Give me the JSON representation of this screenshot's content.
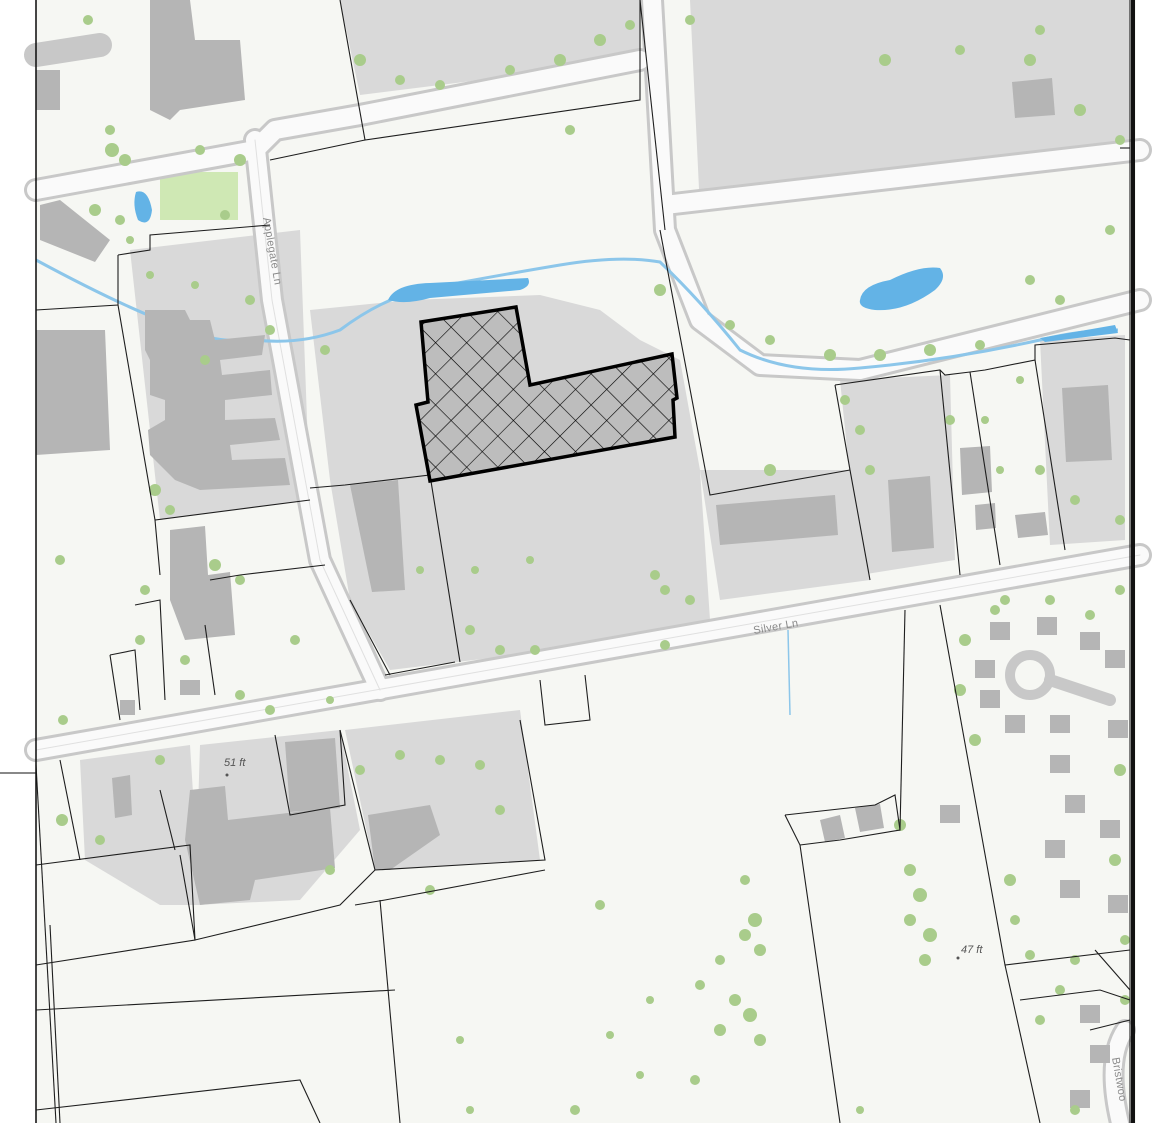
{
  "map": {
    "colors": {
      "land": "#f6f7f3",
      "paved": "#d9d9d9",
      "building": "#b5b5b5",
      "road_casing": "#c8c8c8",
      "road_fill": "#fafafa",
      "parcel_line": "#1e1e1e",
      "water": "#63b3e6",
      "tree": "#a9cc8b",
      "field": "#cfe8b4",
      "site_fill": "#bdbdbd",
      "site_outline": "#000000"
    },
    "labels": {
      "road_applegate": "Applegate Ln",
      "road_silver": "Silver Ln",
      "road_bristwood": "Bristwoo",
      "elevation_1": "51 ft",
      "elevation_2": "47 ft"
    }
  }
}
